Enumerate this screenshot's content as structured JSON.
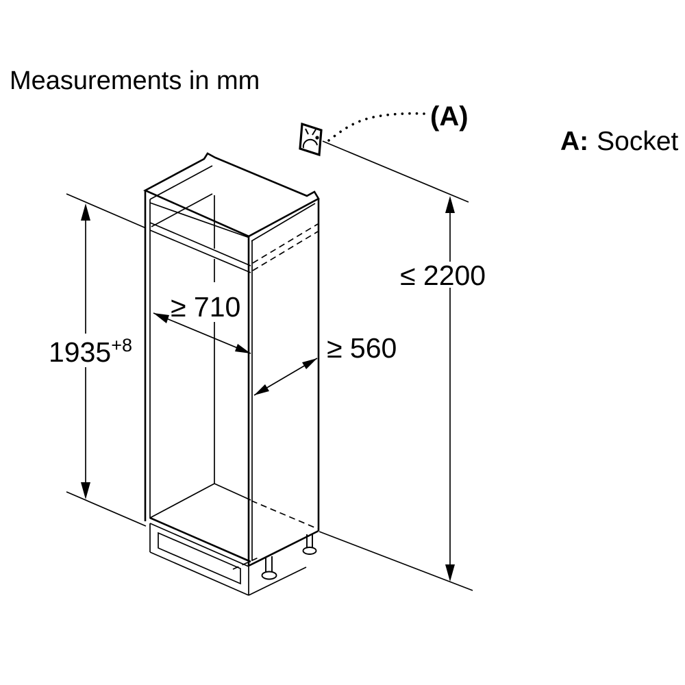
{
  "title": "Measurements in mm",
  "callout": {
    "label": "(A)"
  },
  "legend": {
    "prefix": "A:",
    "text": "Socket"
  },
  "dims": {
    "niche_height": {
      "value": "1935",
      "tolerance": "+8"
    },
    "niche_width": "≥ 710",
    "niche_depth": "≥ 560",
    "max_height": "≤ 2200"
  },
  "icons": {
    "socket": "socket-icon"
  },
  "colors": {
    "line": "#000000",
    "background": "#ffffff"
  }
}
